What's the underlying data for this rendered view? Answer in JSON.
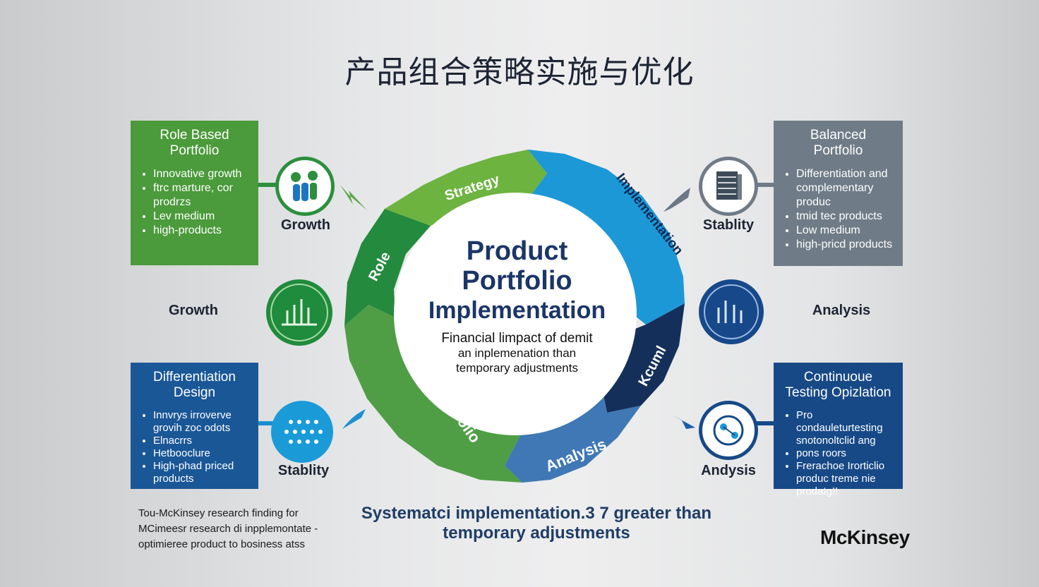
{
  "title": "产品组合策略实施与优化",
  "boxes": {
    "top_left": {
      "title_line1": "Role Based",
      "title_line2": "Portfolio",
      "items": [
        "Innovative growth",
        "ftrc marture, cor prodrzs",
        "Lev medium",
        "high-products"
      ]
    },
    "top_right": {
      "title_line1": "Balanced",
      "title_line2": "Portfolio",
      "items": [
        "Differentiation and complementary produc",
        "tmid tec products",
        "Low medium",
        "high-pricd products"
      ]
    },
    "bottom_left": {
      "title_line1": "Differentiation",
      "title_line2": "Design",
      "items": [
        "Innvrys irroverve grovih zoc odots",
        "Elnacrrs",
        "Hetbooclure",
        "High-phad priced products"
      ]
    },
    "bottom_right": {
      "title_line1": "Continuoue",
      "title_line2": "Testing Opizlation",
      "items": [
        "Pro condauleturtesting snotonoltclid ang",
        "pons roors",
        "Frerachoe Irorticlio produc treme nie prodatg!!"
      ]
    }
  },
  "icon_labels": {
    "tl": "Growth",
    "tr": "Stablity",
    "mid_left": "Growth",
    "mid_right": "Analysis",
    "bl": "Stablity",
    "br": "Andysis"
  },
  "ring": {
    "segments": [
      "Strategy",
      "Implementation",
      "Role",
      "Kcuml",
      "Product Portfolio",
      "Analysis"
    ]
  },
  "center": {
    "line1": "Product",
    "line2": "Portfolio",
    "line3": "Implementation",
    "sub1": "Financial limpact of demit",
    "sub2": "an inplemenation than",
    "sub3": "temporary adjustments"
  },
  "footer": {
    "left_line1": "Tou-McKinsey research finding for",
    "left_line2": "MCimeesr research di inpplemontate -",
    "left_line3": "optimieree product to bosiness atss",
    "center_line1": "Systematci implementation.3 7 greater than",
    "center_line2": "temporary adjustments",
    "brand": "McKinsey"
  },
  "colors": {
    "green": "#4b9a3b",
    "light_green": "#6cb43f",
    "dark_green": "#238a3e",
    "sky_blue": "#1d98d6",
    "navy": "#14305a",
    "steel_blue": "#3f78b5",
    "gray": "#6f7c87",
    "title": "#1d2433"
  }
}
